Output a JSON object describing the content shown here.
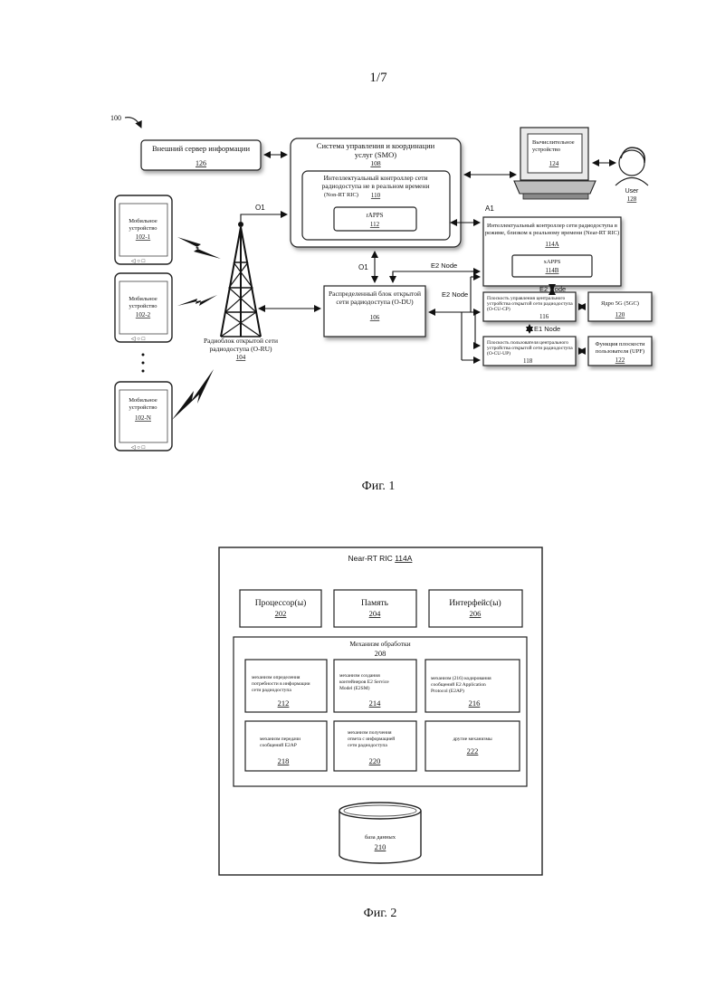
{
  "page_number": "1/7",
  "fig1": {
    "caption": "Фиг. 1",
    "ref_100": "100",
    "ext_server": {
      "label": "Внешний сервер информации",
      "ref": "126"
    },
    "smo": {
      "label_1": "Система управления и координации",
      "label_2": "услуг (SMO)",
      "ref": "108"
    },
    "non_rt_ric": {
      "label_1": "Интеллектуальный контроллер сети",
      "label_2": "радиодоступа не в реальном времени",
      "label_3": "(Non-RT RIC)",
      "ref": "110"
    },
    "rapps": {
      "label": "rAPPS",
      "ref": "112"
    },
    "computer": {
      "label_1": "Вычислительное",
      "label_2": "устройство",
      "ref": "124"
    },
    "user": {
      "label": "User",
      "ref": "128"
    },
    "near_rt_ric": {
      "label_1": "Интеллектуальный контроллер сети радиодоступа в",
      "label_2": "режиме, близком к реальному времени (Near-RT RIC)",
      "ref": "114A"
    },
    "xapps": {
      "label": "xAPPS",
      "ref": "114B"
    },
    "odu": {
      "label_1": "Распределенный блок открытой",
      "label_2": "сети радиодоступа (O-DU)",
      "ref": "106"
    },
    "ocu_cp": {
      "label_1": "Плоскость управления центрального",
      "label_2": "устройства открытой сети радиодоступа",
      "label_3": "(O-CU-CP)",
      "ref": "116"
    },
    "ocu_up": {
      "label_1": "Плоскость пользователя центрального",
      "label_2": "устройства открытой сети радиодоступа",
      "label_3": "(O-CU-UP)",
      "ref": "118"
    },
    "core_5g": {
      "label": "Ядро 5G (5GC)",
      "ref": "120"
    },
    "upf": {
      "label_1": "Функция плоскости",
      "label_2": "пользователя (UPF)",
      "ref": "122"
    },
    "oru": {
      "label_1": "Радиоблок открытой сети",
      "label_2": "радиодоступа (O-RU)",
      "ref": "104"
    },
    "mobile_1": {
      "label_1": "Мобильное",
      "label_2": "устройство",
      "ref": "102-1"
    },
    "mobile_2": {
      "label_1": "Мобильное",
      "label_2": "устройство",
      "ref": "102-2"
    },
    "mobile_n": {
      "label_1": "Мобильное",
      "label_2": "устройство",
      "ref": "102-N"
    },
    "iface_o1_top": "O1",
    "iface_o1_mid": "O1",
    "iface_a1": "A1",
    "iface_e2_node_1": "E2 Node",
    "iface_e2_node_2": "E2 Node",
    "iface_e2_node_3": "E2 Node",
    "iface_e1_node": "E1 Node"
  },
  "fig2": {
    "caption": "Фиг. 2",
    "title_1": "Near-RT RIC",
    "title_ref": "114A",
    "processor": {
      "label": "Процессор(ы)",
      "ref": "202"
    },
    "memory": {
      "label": "Память",
      "ref": "204"
    },
    "interface": {
      "label": "Интерфейс(ы)",
      "ref": "206"
    },
    "mechanisms": {
      "label": "Механизм обработки",
      "ref": "208"
    },
    "m212": {
      "label_1": "механизм определения",
      "label_2": "потребности в информации",
      "label_3": "сети радиодоступа",
      "ref": "212"
    },
    "m214": {
      "label_1": "механизм создания",
      "label_2": "контейнеров E2 Service",
      "label_3": "Model (E2SM)",
      "ref": "214"
    },
    "m216": {
      "label_1": "механизм (216) кодирования",
      "label_2": "сообщений E2 Application",
      "label_3": "Protocol (E2AP)",
      "ref": "216"
    },
    "m218": {
      "label_1": "механизм передачи",
      "label_2": "сообщений E2AP",
      "ref": "218"
    },
    "m220": {
      "label_1": "механизм получения",
      "label_2": "ответа с информацией",
      "label_3": "сети радиодоступа",
      "ref": "220"
    },
    "m222": {
      "label": "другие механизмы",
      "ref": "222"
    },
    "database": {
      "label": "база данных",
      "ref": "210"
    }
  }
}
